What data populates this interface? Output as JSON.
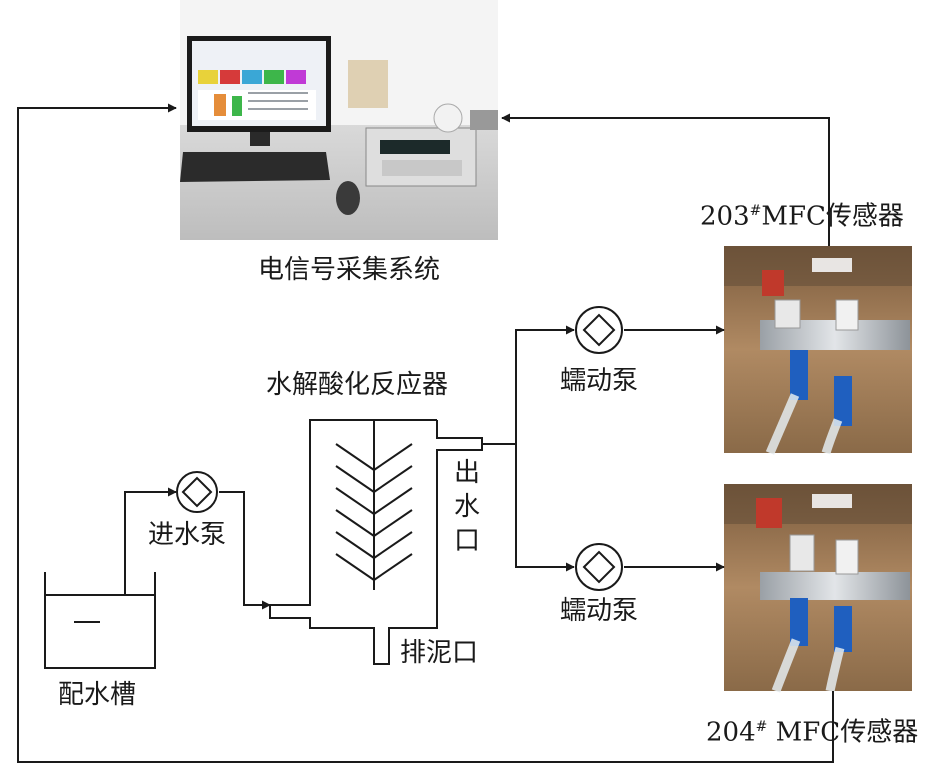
{
  "labels": {
    "acquisition_system": "电信号采集系统",
    "reactor": "水解酸化反应器",
    "inlet_pump": "进水泵",
    "tank": "配水槽",
    "outlet": [
      "出",
      "水",
      "口"
    ],
    "sludge_outlet": "排泥口",
    "peristaltic_pump_top": "蠕动泵",
    "peristaltic_pump_bottom": "蠕动泵",
    "sensor_203_num": "203",
    "sensor_203_mark": "#",
    "sensor_203_name": "MFC传感器",
    "sensor_204_num": "204",
    "sensor_204_mark": "#",
    "sensor_204_name": " MFC传感器"
  },
  "colors": {
    "line": "#1a1a1a",
    "monitor_red": "#d63a3a",
    "monitor_yellow": "#e8d23a",
    "monitor_green": "#3db64a",
    "monitor_cyan": "#3aa7d6",
    "monitor_magenta": "#c03ad6",
    "fitting_blue": "#1f5fbf",
    "wood": "#a67a52"
  }
}
